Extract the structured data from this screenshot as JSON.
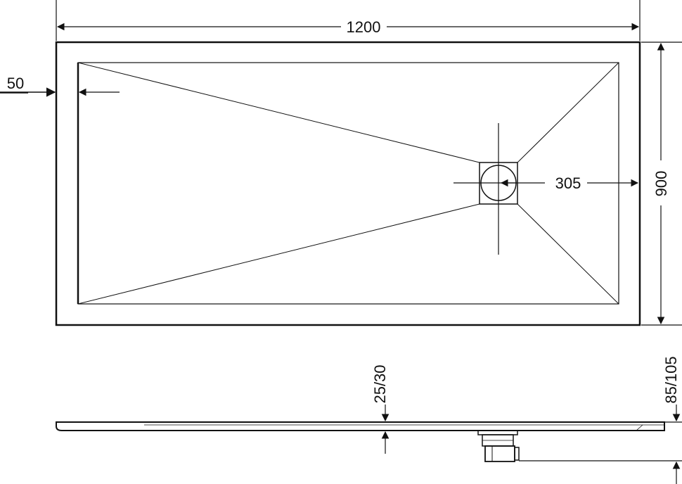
{
  "drawing": {
    "plan_view": {
      "width_label": "1200",
      "depth_label": "900",
      "rim_label": "50",
      "drain_offset_label": "305"
    },
    "side_view": {
      "tray_thickness_label": "25/30",
      "total_height_label": "85/105"
    }
  }
}
